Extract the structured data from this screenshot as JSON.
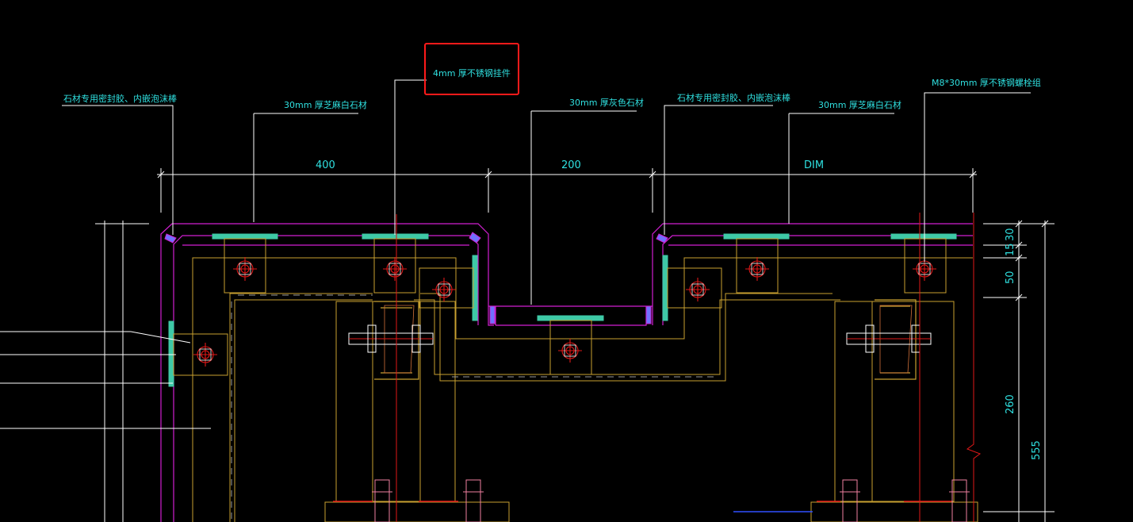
{
  "callouts": {
    "c1": "石材专用密封胶、内嵌泡沫棒",
    "c2": "30mm   厚芝麻白石材",
    "c3": "4mm  厚不锈钢挂件",
    "c4": "30mm   厚灰色石材",
    "c5": "石材专用密封胶、内嵌泡沫棒",
    "c6": "30mm   厚芝麻白石材",
    "c7": "M8*30mm   厚不锈钢螺栓组"
  },
  "dims_top": {
    "d1": "400",
    "d2": "200",
    "d3": "DIM"
  },
  "dims_right": {
    "d1": "30",
    "d2": "15",
    "d3": "50",
    "d4": "260",
    "d5": "555"
  },
  "colors": {
    "background": "#000000",
    "stone": "#d11fd1",
    "frame": "#c8a030",
    "annotation": "#2fe0e0",
    "leader": "#ffffff",
    "axis": "#e01818",
    "highlight": "#ff1a1a",
    "pad": "#3ec9a6"
  }
}
